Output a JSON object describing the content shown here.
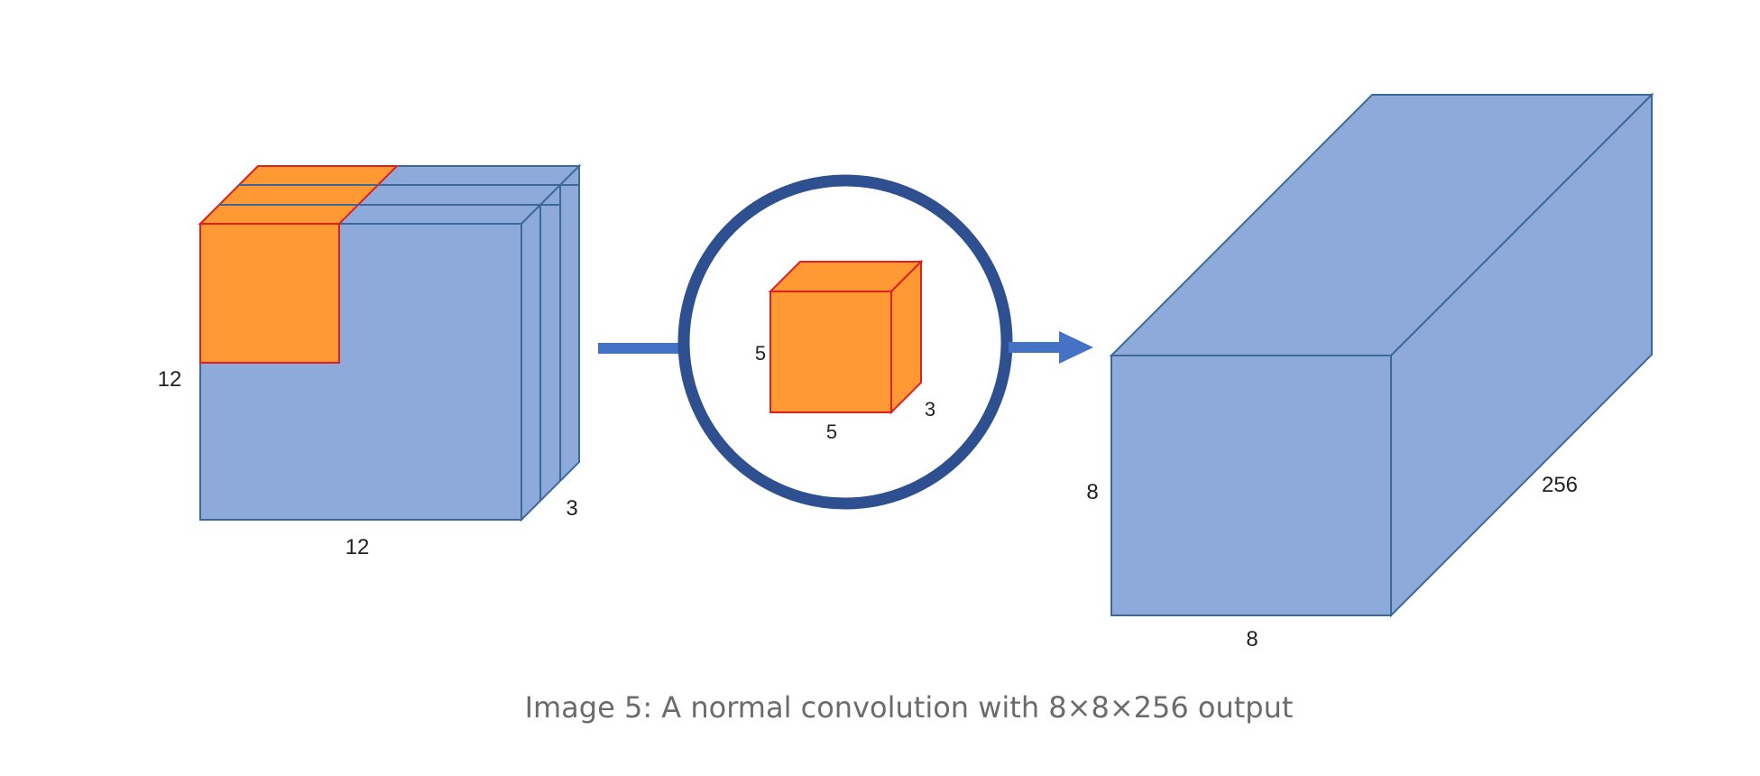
{
  "input_volume": {
    "height_label": "12",
    "width_label": "12",
    "depth_label": "3"
  },
  "kernel": {
    "height_label": "5",
    "width_label": "5",
    "depth_label": "3"
  },
  "output_volume": {
    "height_label": "8",
    "width_label": "8",
    "depth_label": "256"
  },
  "caption": "Image 5: A normal convolution with 8×8×256 output",
  "colors": {
    "volume_fill": "#8eaadb",
    "volume_stroke": "#3b6a9a",
    "kernel_fill": "#ff9933",
    "kernel_stroke": "#e02020",
    "circle_stroke": "#2f5090",
    "arrow": "#4472c4"
  }
}
